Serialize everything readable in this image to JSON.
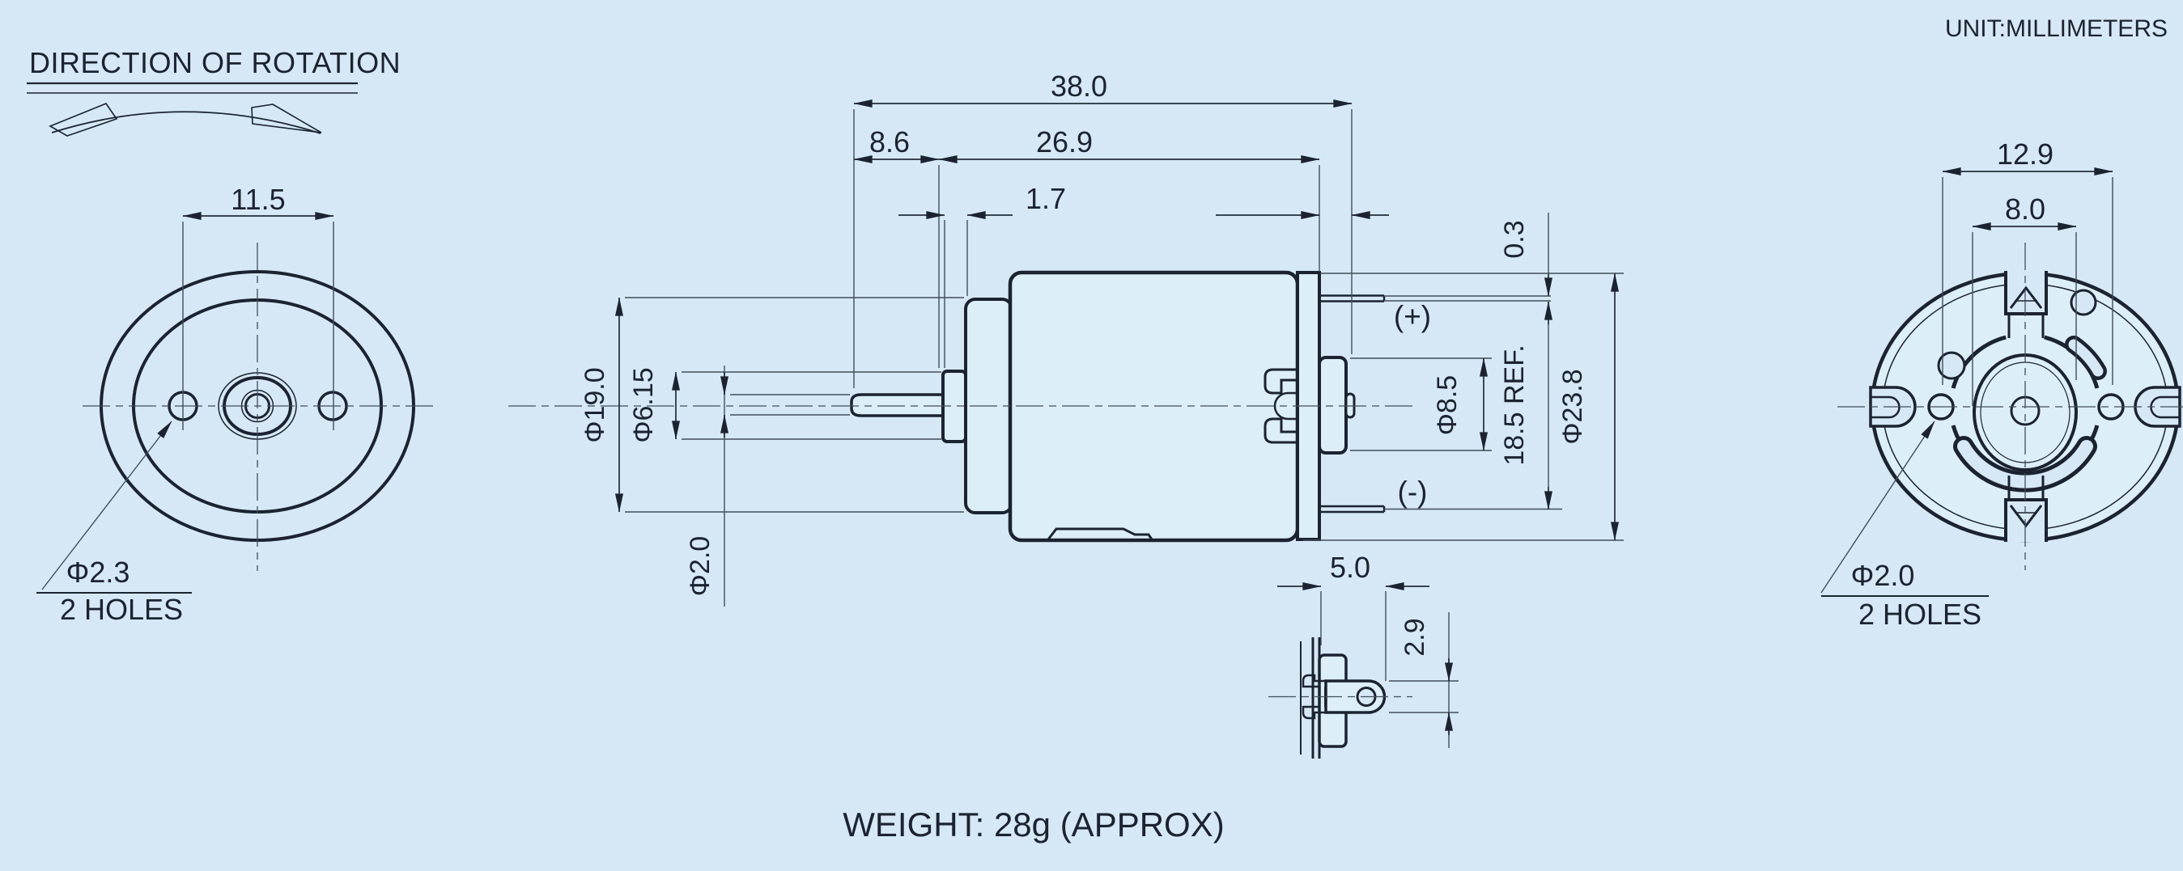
{
  "header": {
    "direction_label": "DIRECTION OF ROTATION",
    "unit_label": "UNIT:MILLIMETERS"
  },
  "footer": {
    "weight_label": "WEIGHT: 28g (APPROX)"
  },
  "front_view": {
    "hole_spacing": "11.5",
    "hole_diameter": "Φ2.3",
    "hole_count": "2 HOLES"
  },
  "side_view": {
    "overall_length": "38.0",
    "front_section": "8.6",
    "body_length": "26.9",
    "bushing_length": "1.7",
    "body_diameter": "Φ19.0",
    "bushing_diameter": "Φ6.15",
    "shaft_diameter": "Φ2.0",
    "terminal_thickness": "0.3",
    "endcap_diameter": "Φ8.5",
    "terminal_span": "18.5 REF.",
    "can_diameter": "Φ23.8",
    "positive_terminal": "(+)",
    "negative_terminal": "(-)"
  },
  "terminal_detail": {
    "lug_length": "5.0",
    "lug_width": "2.9"
  },
  "rear_view": {
    "hole_spacing": "12.9",
    "inner_spacing": "8.0",
    "hole_diameter": "Φ2.0",
    "hole_count": "2 HOLES"
  },
  "colors": {
    "background": "#d6e8f5",
    "line": "#1c2330",
    "body_fill": "#dceef8"
  }
}
